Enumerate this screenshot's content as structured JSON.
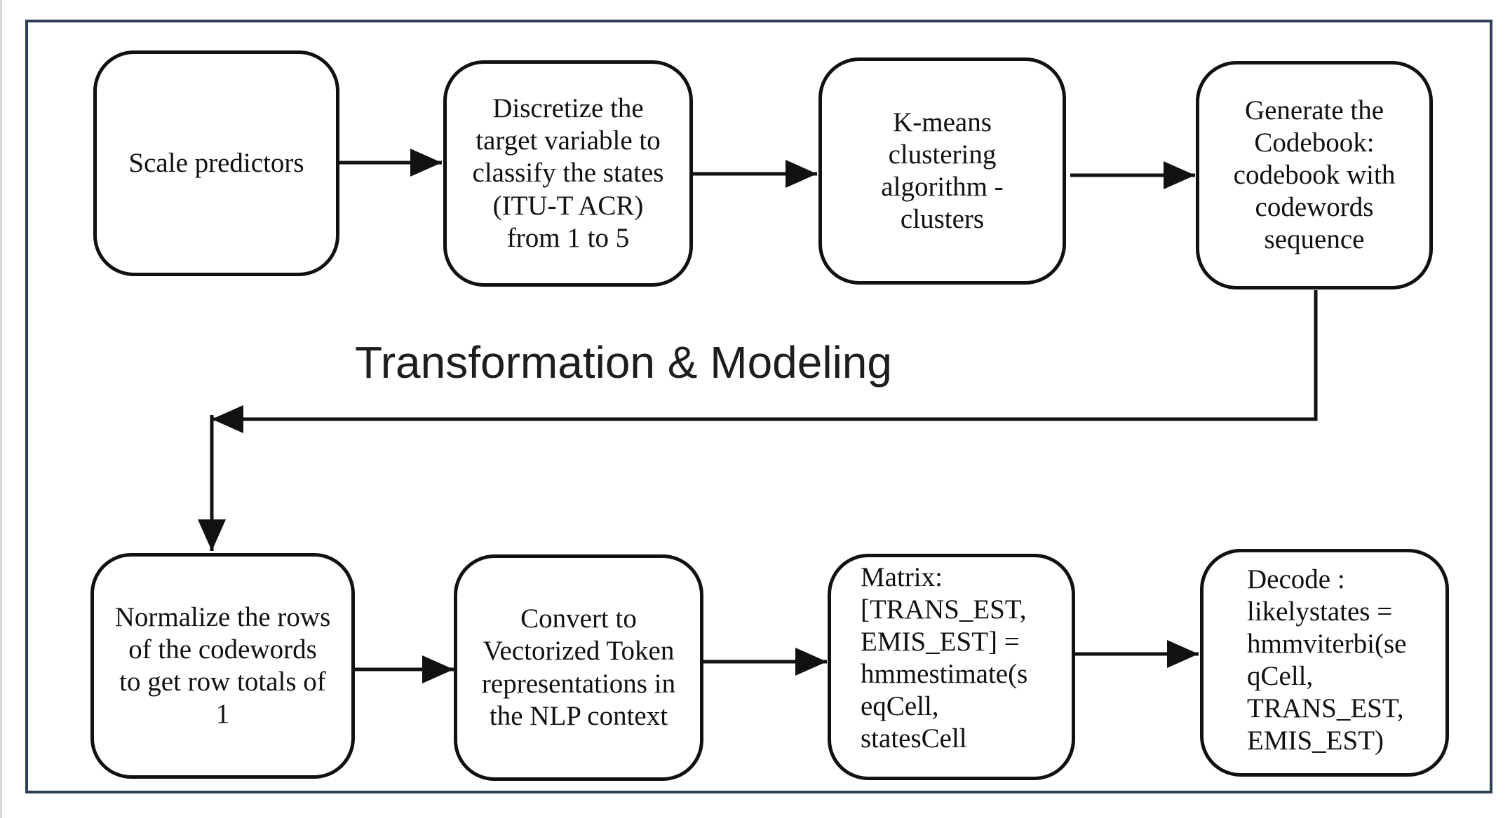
{
  "diagram": {
    "section_label": "Transformation & Modeling",
    "steps": [
      {
        "id": "scale",
        "text": "Scale predictors"
      },
      {
        "id": "discretize",
        "text": "Discretize the\ntarget variable to\nclassify the states\n(ITU-T ACR)\nfrom 1 to 5"
      },
      {
        "id": "kmeans",
        "text": "K-means\nclustering\nalgorithm -\nclusters"
      },
      {
        "id": "codebook",
        "text": "Generate the\nCodebook:\ncodebook with\ncodewords\nsequence"
      },
      {
        "id": "normalize",
        "text": "Normalize the rows\nof  the codewords\nto get row totals of\n1"
      },
      {
        "id": "vectorize",
        "text": "Convert to\nVectorized Token\nrepresentations in\nthe NLP context"
      },
      {
        "id": "estimate",
        "text": "Matrix:\n[TRANS_EST,\nEMIS_EST] =\nhmmestimate(s\neqCell,\nstatesCell"
      },
      {
        "id": "decode",
        "text": "Decode :\nlikelystates =\nhmmviterbi(se\nqCell,\nTRANS_EST,\nEMIS_EST)"
      }
    ],
    "colors": {
      "frame": "#2f3f55",
      "stroke": "#111111",
      "background": "#ffffff"
    }
  }
}
